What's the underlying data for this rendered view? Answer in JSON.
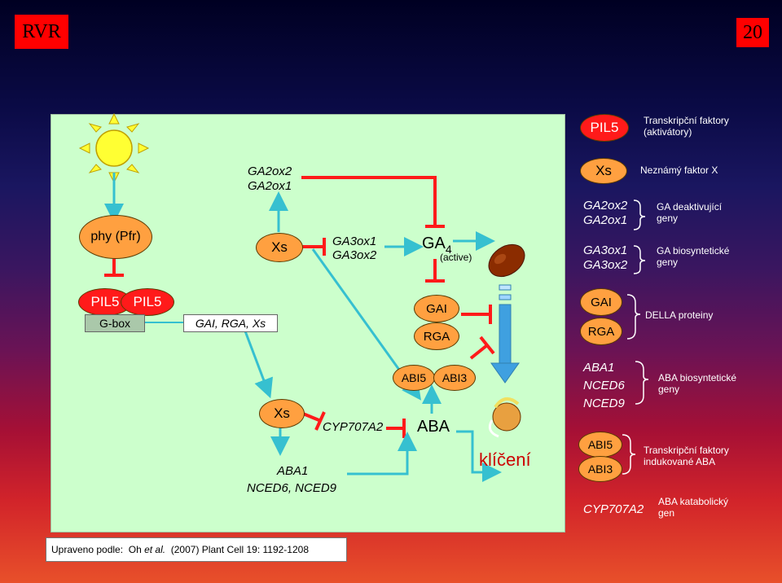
{
  "header": {
    "left": "RVR",
    "right": "20"
  },
  "diagram": {
    "phy": "phy (Pfr)",
    "pil5_a": "PIL5",
    "pil5_b": "PIL5",
    "gbox": "G-box",
    "gai_rga_xs": "GAI, RGA, Xs",
    "xs_top": "Xs",
    "ga2ox2": "GA2ox2",
    "ga2ox1": "GA2ox1",
    "ga3ox1": "GA3ox1",
    "ga3ox2": "GA3ox2",
    "ga4_base": "GA",
    "ga4_sub": "4",
    "active": "(active)",
    "gai": "GAI",
    "rga": "RGA",
    "abi5": "ABI5",
    "abi3": "ABI3",
    "aba": "ABA",
    "xs_bottom": "Xs",
    "cyp": "CYP707A2",
    "aba1": "ABA1",
    "nced": "NCED6, NCED9",
    "klic": "klíčení"
  },
  "legend": {
    "pil5": "PIL5",
    "tf_line1": "Transkripční faktory",
    "tf_line2": "(aktivátory)",
    "xs": "Xs",
    "unknown": "Neznámý faktor X",
    "ga2ox2": "GA2ox2",
    "ga2ox1": "GA2ox1",
    "deact_line1": "GA deaktivující",
    "deact_line2": "geny",
    "ga3ox1": "GA3ox1",
    "ga3ox2": "GA3ox2",
    "bios_line1": "GA biosyntetické",
    "bios_line2": "geny",
    "gai": "GAI",
    "rga": "RGA",
    "della": "DELLA proteiny",
    "aba1": "ABA1",
    "nced6": "NCED6",
    "nced9": "NCED9",
    "aba_bios_line1": "ABA biosyntetické",
    "aba_bios_line2": "geny",
    "abi5": "ABI5",
    "abi3": "ABI3",
    "tf_ind_line1": "Transkripční faktory",
    "tf_ind_line2": "indukované ABA",
    "cyp": "CYP707A2",
    "catab_line1": "ABA katabolický",
    "catab_line2": "gen"
  },
  "footer": {
    "prefix": "Upraveno podle:  Oh ",
    "etal": "et al.",
    "suffix": "  (2007) Plant Cell 19: 1192-1208"
  },
  "colors": {
    "inhibit": "#ff1a1a",
    "activate": "#36c0d0",
    "panel": "#ccffcc",
    "orange": "#ffa040"
  }
}
